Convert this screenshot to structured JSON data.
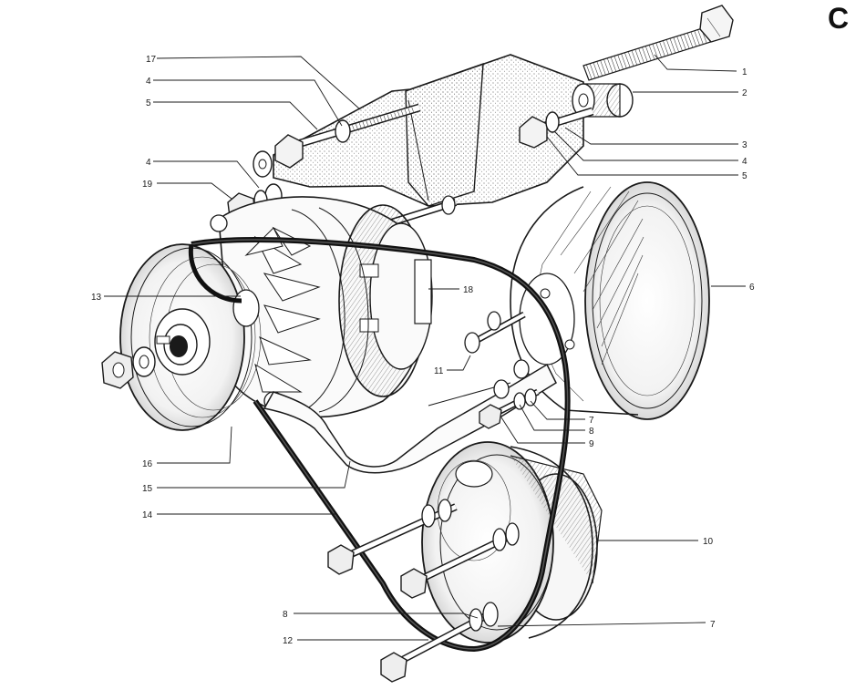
{
  "corner_letter": "C",
  "callouts": [
    {
      "id": "c1",
      "label": "1"
    },
    {
      "id": "c2",
      "label": "2"
    },
    {
      "id": "c3",
      "label": "3"
    },
    {
      "id": "c4r",
      "label": "4"
    },
    {
      "id": "c5r",
      "label": "5"
    },
    {
      "id": "c6",
      "label": "6"
    },
    {
      "id": "c7r",
      "label": "7"
    },
    {
      "id": "c8r",
      "label": "8"
    },
    {
      "id": "c9",
      "label": "9"
    },
    {
      "id": "c10",
      "label": "10"
    },
    {
      "id": "c7b",
      "label": "7"
    },
    {
      "id": "c17",
      "label": "17"
    },
    {
      "id": "c4a",
      "label": "4"
    },
    {
      "id": "c5a",
      "label": "5"
    },
    {
      "id": "c4b",
      "label": "4"
    },
    {
      "id": "c19",
      "label": "19"
    },
    {
      "id": "c13",
      "label": "13"
    },
    {
      "id": "c18",
      "label": "18"
    },
    {
      "id": "c11",
      "label": "11"
    },
    {
      "id": "c16",
      "label": "16"
    },
    {
      "id": "c15",
      "label": "15"
    },
    {
      "id": "c14",
      "label": "14"
    },
    {
      "id": "c8b",
      "label": "8"
    },
    {
      "id": "c12",
      "label": "12"
    }
  ]
}
